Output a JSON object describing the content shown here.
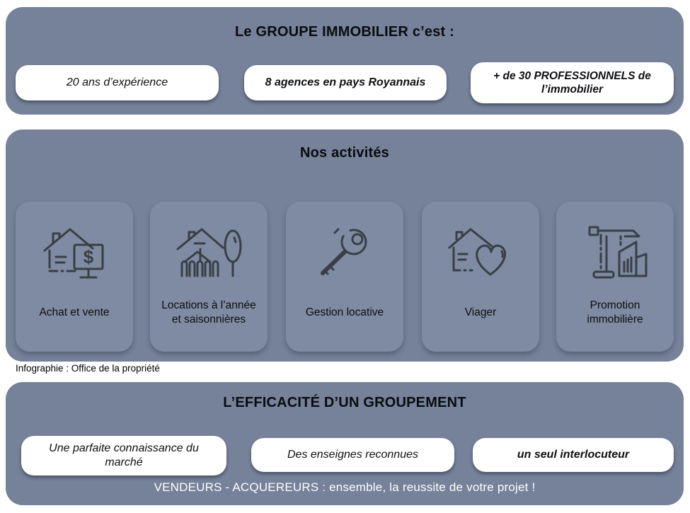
{
  "colors": {
    "panel_bg": "#75829A",
    "card_bg": "#7E8BA2",
    "pill_bg": "#FFFFFF",
    "title_text": "#0A0B0D",
    "footer_text": "#FFFFFF",
    "icon_stroke": "#383F45"
  },
  "section1": {
    "title": "Le GROUPE IMMOBILIER c’est :",
    "pills": [
      {
        "label": "20 ans d’expérience",
        "bold": false
      },
      {
        "label": "8 agences en pays Royannais",
        "bold": true
      },
      {
        "label": "+ de 30 PROFESSIONNELS de l’immobilier",
        "bold": true
      }
    ]
  },
  "section2": {
    "title": "Nos activités",
    "cards": [
      {
        "icon": "house-dollar-icon",
        "label": "Achat et vente"
      },
      {
        "icon": "house-garden-icon",
        "label": "Locations à l’année et saisonnières"
      },
      {
        "icon": "key-icon",
        "label": "Gestion locative"
      },
      {
        "icon": "house-heart-icon",
        "label": "Viager"
      },
      {
        "icon": "crane-icon",
        "label": "Promotion immobilière"
      }
    ]
  },
  "caption": "Infographie : Office de la propriété",
  "section3": {
    "title": "L’EFFICACITÉ D’UN GROUPEMENT",
    "pills": [
      {
        "label": "Une parfaite connaissance du marché",
        "bold": false
      },
      {
        "label": "Des enseignes reconnues",
        "bold": false
      },
      {
        "label": "un seul interlocuteur",
        "bold": true
      }
    ],
    "footer": "VENDEURS - ACQUEREURS : ensemble, la reussite de votre projet !"
  },
  "icons": {
    "dollar_glyph": "$"
  }
}
